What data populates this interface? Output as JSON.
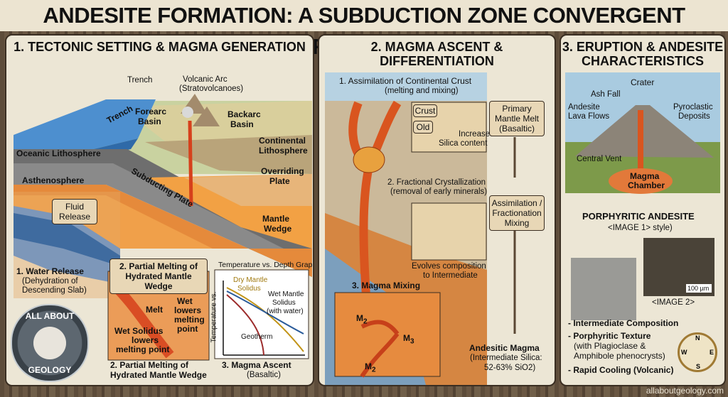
{
  "title_bold": "ANDESITE FORMATION:",
  "title_rest": " A SUBDUCTION ZONE CONVERGENT MARGIN MODEL",
  "p1": {
    "title": "1. TECTONIC SETTING & MAGMA GENERATION",
    "trench": "Trench",
    "trench_sea": "Trench",
    "arc_l1": "Volcanic Arc",
    "arc_l2": "(Stratovolcanoes)",
    "forearc_l1": "Forearc",
    "forearc_l2": "Basin",
    "backarc_l1": "Backarc",
    "backarc_l2": "Basin",
    "cont_l1": "Continental",
    "cont_l2": "Lithosphere",
    "oceanic": "Oceanic Lithosphere",
    "astheno": "Asthenosphere",
    "subducting": "Subducting Plate",
    "overriding_l1": "Overriding",
    "overriding_l2": "Plate",
    "mantle_l1": "Mantle",
    "mantle_l2": "Wedge",
    "fluid_l1": "Fluid",
    "fluid_l2": "Release",
    "water_l1": "1. Water Release",
    "water_l2": "(Dehydration of",
    "water_l3": "Descending Slab)",
    "pm_box_l1": "2. Partial Melting of",
    "pm_box_l2": "Hydrated Mantle Wedge",
    "melt": "Melt",
    "wet_l1": "Wet",
    "wet_l2": "lowers",
    "wet_l3": "melting",
    "wet_l4": "point",
    "wetsol_l1": "Wet Solidus",
    "wetsol_l2": "lowers",
    "wetsol_l3": "melting point",
    "pm_bottom_l1": "2. Partial Melting of",
    "pm_bottom_l2": "Hydrated Mantle Wedge",
    "graph_title": "Temperature vs. Depth Graph",
    "graph_axis": "Temperature vs.",
    "dry_l1": "Dry Mantle",
    "dry_l2": "Solidus",
    "wetm_l1": "Wet Mantle",
    "wetm_l2": "Solidus",
    "wetm_l3": "(with water)",
    "geotherm": "Geotherm",
    "ascent_l1": "3. Magma Ascent",
    "ascent_l2": "(Basaltic)",
    "logo_top": "ALL ABOUT",
    "logo_bottom": "GEOLOGY"
  },
  "p2": {
    "title_l1": "2. MAGMA ASCENT &",
    "title_l2": "DIFFERENTIATION",
    "assim_l1": "1. Assimilation of Continental Crust",
    "assim_l2": "(melting and mixing)",
    "crust": "Crust",
    "old": "Old",
    "increases_l1": "Increases",
    "increases_l2": "Silica content",
    "primary_l1": "Primary",
    "primary_l2": "Mantle Melt",
    "primary_l3": "(Basaltic)",
    "frac_l1": "2. Fractional Crystallization",
    "frac_l2": "(removal of early minerals)",
    "af_l1": "Assimilation /",
    "af_l2": "Fractionation",
    "af_l3": "Mixing",
    "evolves_l1": "Evolves composition",
    "evolves_l2": "to Intermediate",
    "mixing": "3. Magma Mixing",
    "m2a": "M",
    "m2a_sub": "2",
    "m3": "M",
    "m3_sub": "3",
    "m2b": "M",
    "m2b_sub": "2",
    "andesitic_l1": "Andesitic Magma",
    "andesitic_l2": "(Intermediate Silica:",
    "andesitic_l3": "52-63% SiO2)"
  },
  "p3": {
    "title_l1": "3. ERUPTION & ANDESITE",
    "title_l2": "CHARACTERISTICS",
    "crater": "Crater",
    "ashfall": "Ash Fall",
    "lava_l1": "Andesite",
    "lava_l2": "Lava Flows",
    "pyro_l1": "Pyroclastic",
    "pyro_l2": "Deposits",
    "vent": "Central Vent",
    "chamber_l1": "Magma",
    "chamber_l2": "Chamber",
    "porph_title": "PORPHYRITIC ANDESITE",
    "porph_sub": "<IMAGE 1> style)",
    "scale": "100 µm",
    "image2": "<IMAGE 2>",
    "b1": "- Intermediate Composition",
    "b2_l1": "- Porphyritic Texture",
    "b2_l2": "(with Plagioclase &",
    "b2_l3": "Amphibole phenocrysts)",
    "b3": "- Rapid Cooling (Volcanic)",
    "compass_n": "N",
    "compass_s": "S",
    "compass_e": "E",
    "compass_w": "W"
  },
  "footer": "allaboutgeology.com"
}
